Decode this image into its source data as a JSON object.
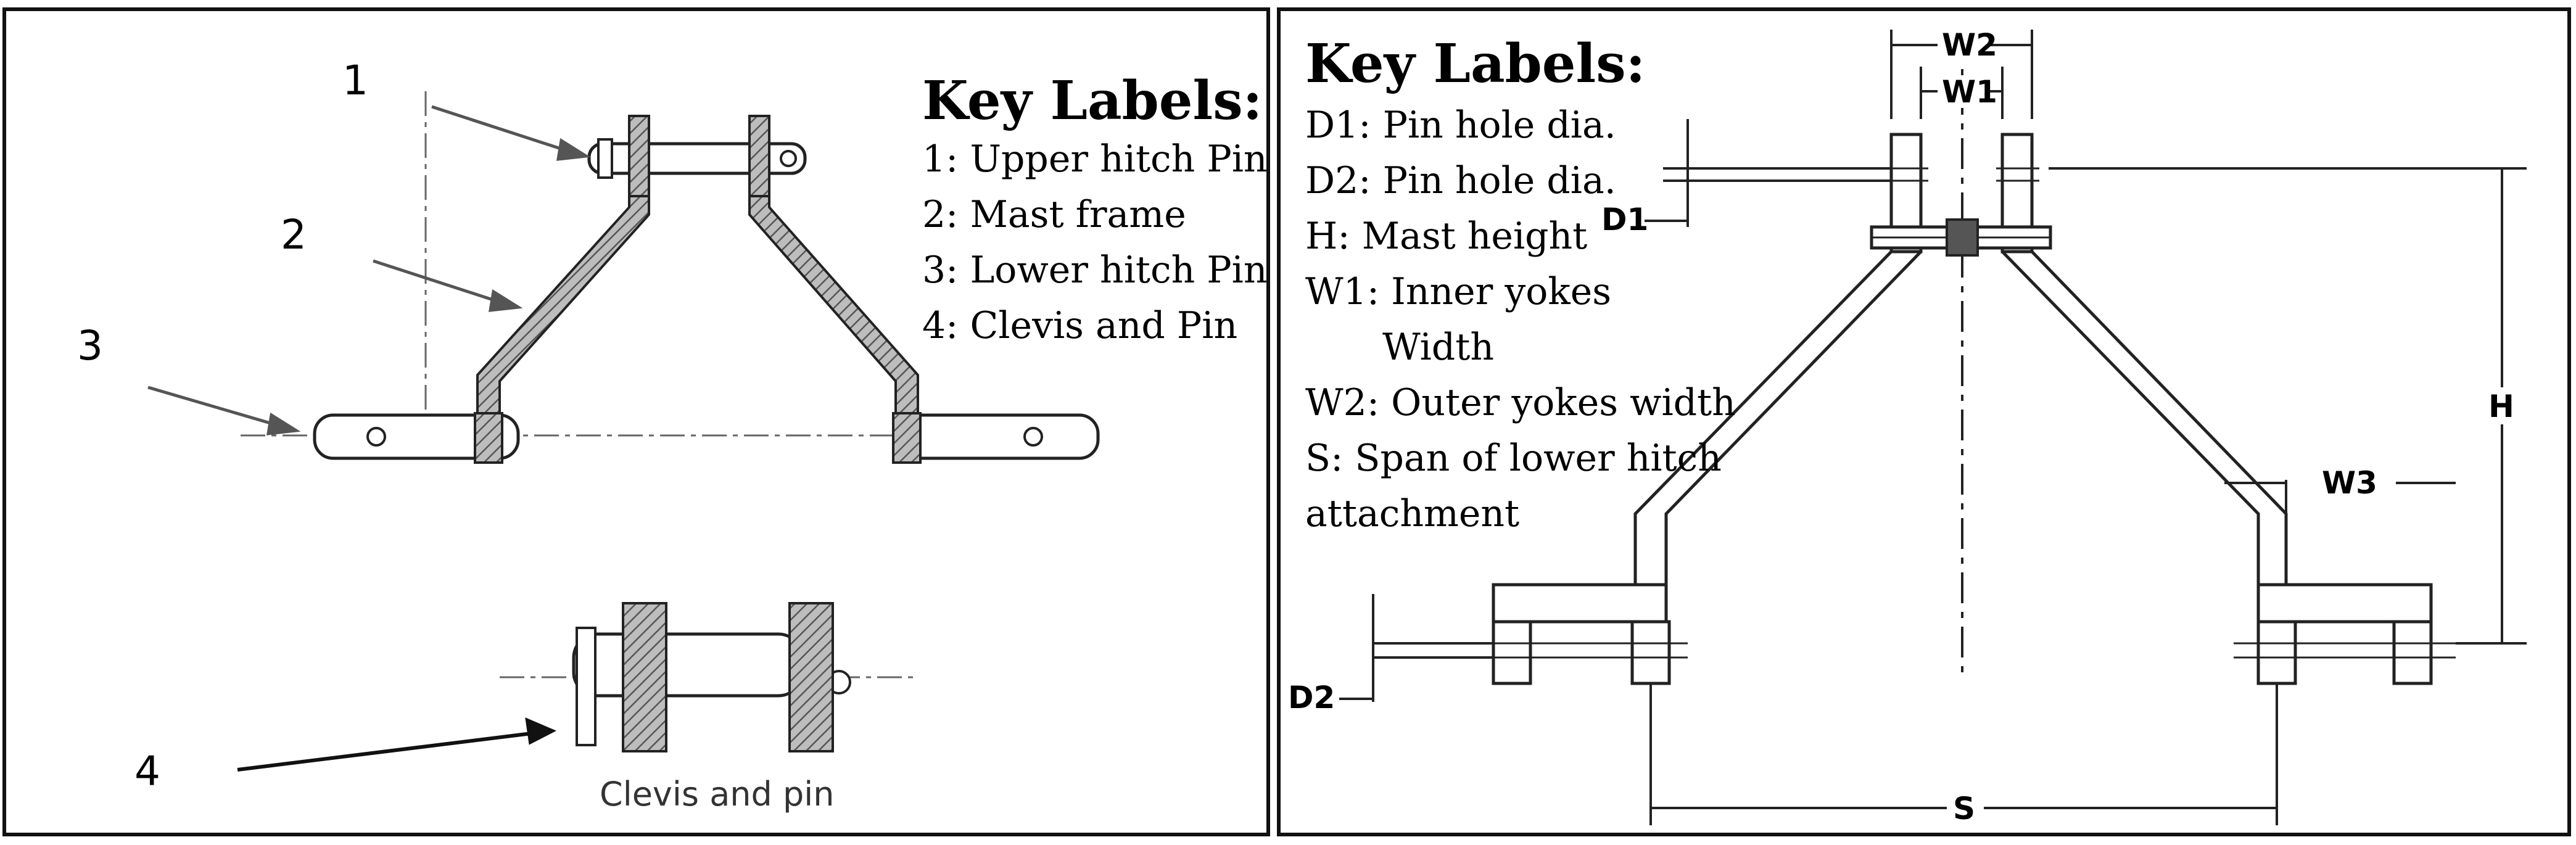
{
  "left_panel": {
    "callouts": [
      "1",
      "2",
      "3",
      "4"
    ],
    "key_title": "Key Labels:",
    "key_items": [
      "1: Upper hitch Pin",
      "2: Mast frame",
      "3: Lower hitch Pin",
      "4: Clevis and Pin"
    ],
    "caption": "Clevis and pin"
  },
  "right_panel": {
    "key_title": "Key Labels:",
    "key_items": [
      "D1: Pin hole dia.",
      "D2: Pin hole dia.",
      "H: Mast height",
      "W1: Inner yokes",
      "Width",
      "W2: Outer yokes width",
      "S: Span of lower hitch",
      "attachment"
    ],
    "dimensions": {
      "w2": "W2",
      "w1": "W1",
      "d1": "D1",
      "d2": "D2",
      "h": "H",
      "w3": "W3",
      "s": "S"
    }
  },
  "colors": {
    "border": "#111111",
    "hatch": "#555555",
    "line": "#222222"
  }
}
